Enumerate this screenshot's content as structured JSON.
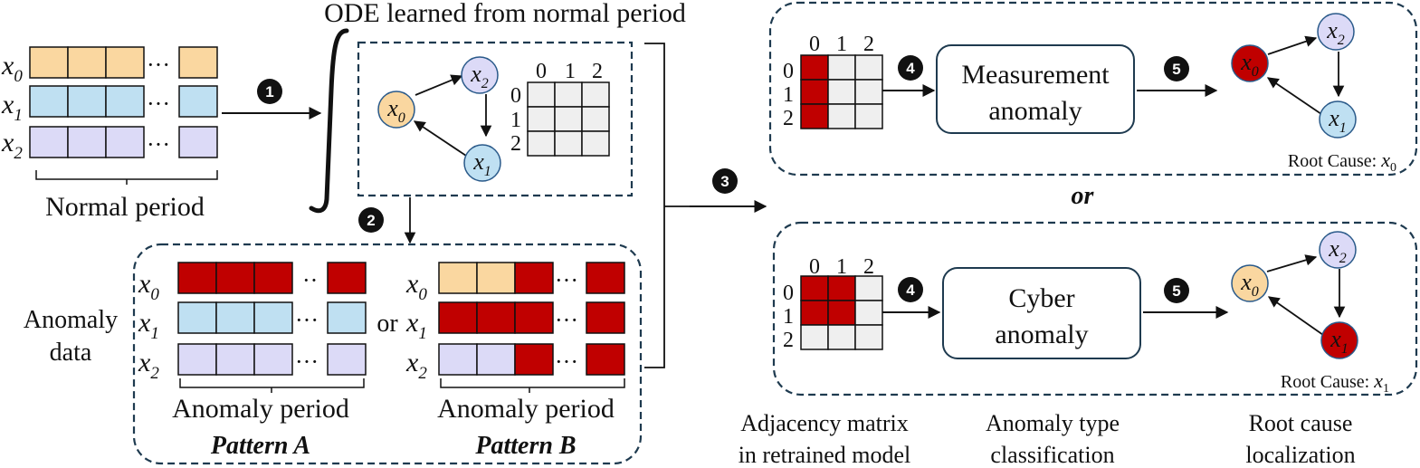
{
  "colors": {
    "orange": "#FAD7A0",
    "blue": "#BFE0F2",
    "purple": "#DCDAF7",
    "red": "#C00000",
    "grid": "#EFEFEF",
    "line": "#111111"
  },
  "variables": [
    "x",
    "x",
    "x"
  ],
  "subscripts": [
    "0",
    "1",
    "2"
  ],
  "ellipsis": "···",
  "ellipsis_short": "··",
  "labels": {
    "normal_period": "Normal period",
    "ode_title": "ODE learned from normal period",
    "anomaly_data_line1": "Anomaly",
    "anomaly_data_line2": "data",
    "anomaly_period": "Anomaly period",
    "pattern_a": "Pattern A",
    "pattern_b": "Pattern B",
    "or_small": "or",
    "or_big": "or",
    "measurement_line1": "Measurement",
    "measurement_line2": "anomaly",
    "cyber_line1": "Cyber",
    "cyber_line2": "anomaly",
    "root_cause_prefix": "Root Cause: ",
    "adj_caption_line1": "Adjacency matrix",
    "adj_caption_line2": "in retrained model",
    "type_caption_line1": "Anomaly type",
    "type_caption_line2": "classification",
    "loc_caption_line1": "Root cause",
    "loc_caption_line2": "localization",
    "matrix_indices": [
      "0",
      "1",
      "2"
    ]
  },
  "steps": [
    "1",
    "2",
    "3",
    "4",
    "5"
  ],
  "root_cause_measurement_index": "0",
  "root_cause_cyber_index": "1",
  "matrices": {
    "normal_ode": [
      [
        0,
        0,
        0
      ],
      [
        0,
        0,
        0
      ],
      [
        0,
        0,
        0
      ]
    ],
    "measurement": [
      [
        1,
        0,
        0
      ],
      [
        1,
        0,
        0
      ],
      [
        1,
        0,
        0
      ]
    ],
    "cyber": [
      [
        1,
        1,
        0
      ],
      [
        1,
        1,
        0
      ],
      [
        0,
        0,
        0
      ]
    ]
  },
  "graph_nodes": {
    "ode": [
      "normal",
      "normal",
      "normal"
    ],
    "measurement": [
      "anomalous",
      "normal",
      "normal"
    ],
    "cyber": [
      "normal",
      "anomalous",
      "normal"
    ]
  }
}
